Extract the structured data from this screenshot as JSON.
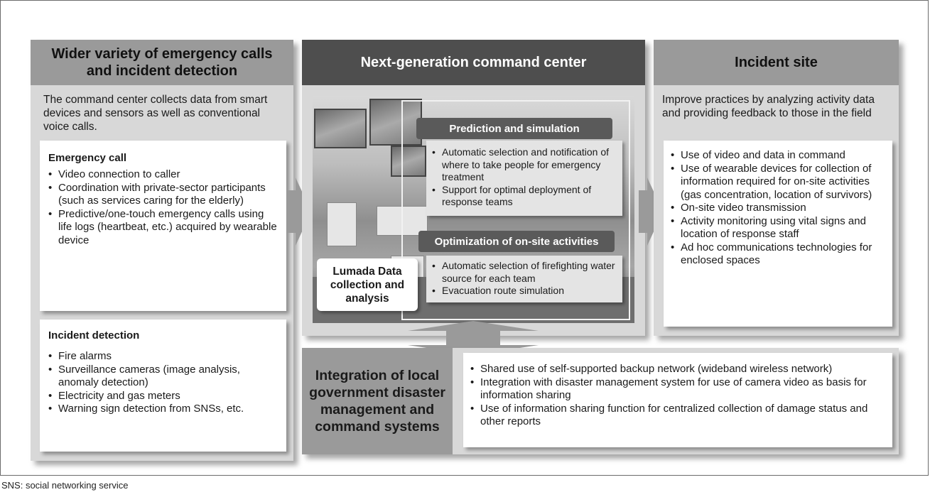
{
  "left_column": {
    "title": "Wider variety of emergency calls and incident detection",
    "intro": "The command center collects data from smart devices and sensors as well as conventional voice calls.",
    "emergency_call": {
      "heading": "Emergency call",
      "items": [
        "Video connection to caller",
        "Coordination with private-sector participants (such as services caring for the elderly)",
        "Predictive/one-touch emergency calls using life logs (heartbeat, etc.) acquired by wearable device"
      ]
    },
    "incident_detection": {
      "heading": "Incident detection",
      "items": [
        "Fire alarms",
        "Surveillance cameras (image analysis, anomaly detection)",
        "Electricity and gas meters",
        "Warning sign detection from SNSs, etc."
      ]
    }
  },
  "center_column": {
    "title": "Next-generation command center",
    "lumada_label": "Lumada Data collection and analysis",
    "prediction": {
      "heading": "Prediction and simulation",
      "items": [
        "Automatic selection and notification of where to take people for emergency treatment",
        "Support for optimal deployment of response teams"
      ]
    },
    "optimization": {
      "heading": "Optimization of on-site activities",
      "items": [
        "Automatic selection of firefighting water source for each team",
        "Evacuation route simulation"
      ]
    }
  },
  "right_column": {
    "title": "Incident site",
    "intro": "Improve practices by analyzing activity data and providing feedback to those in the field",
    "items": [
      "Use of video and data in command",
      "Use of wearable devices for collection of information required for on-site activities (gas concentration, location of survivors)",
      "On-site video transmission",
      "Activity monitoring using vital signs and location of response staff",
      "Ad hoc communications technologies for enclosed spaces"
    ]
  },
  "integration": {
    "title": "Integration of local government disaster management and command systems",
    "items": [
      "Shared use of self-supported backup network (wideband wireless network)",
      "Integration with disaster management system for use of camera video as basis for information sharing",
      "Use of information sharing function for centralized collection of damage status and other reports"
    ]
  },
  "footnote": "SNS: social networking service"
}
